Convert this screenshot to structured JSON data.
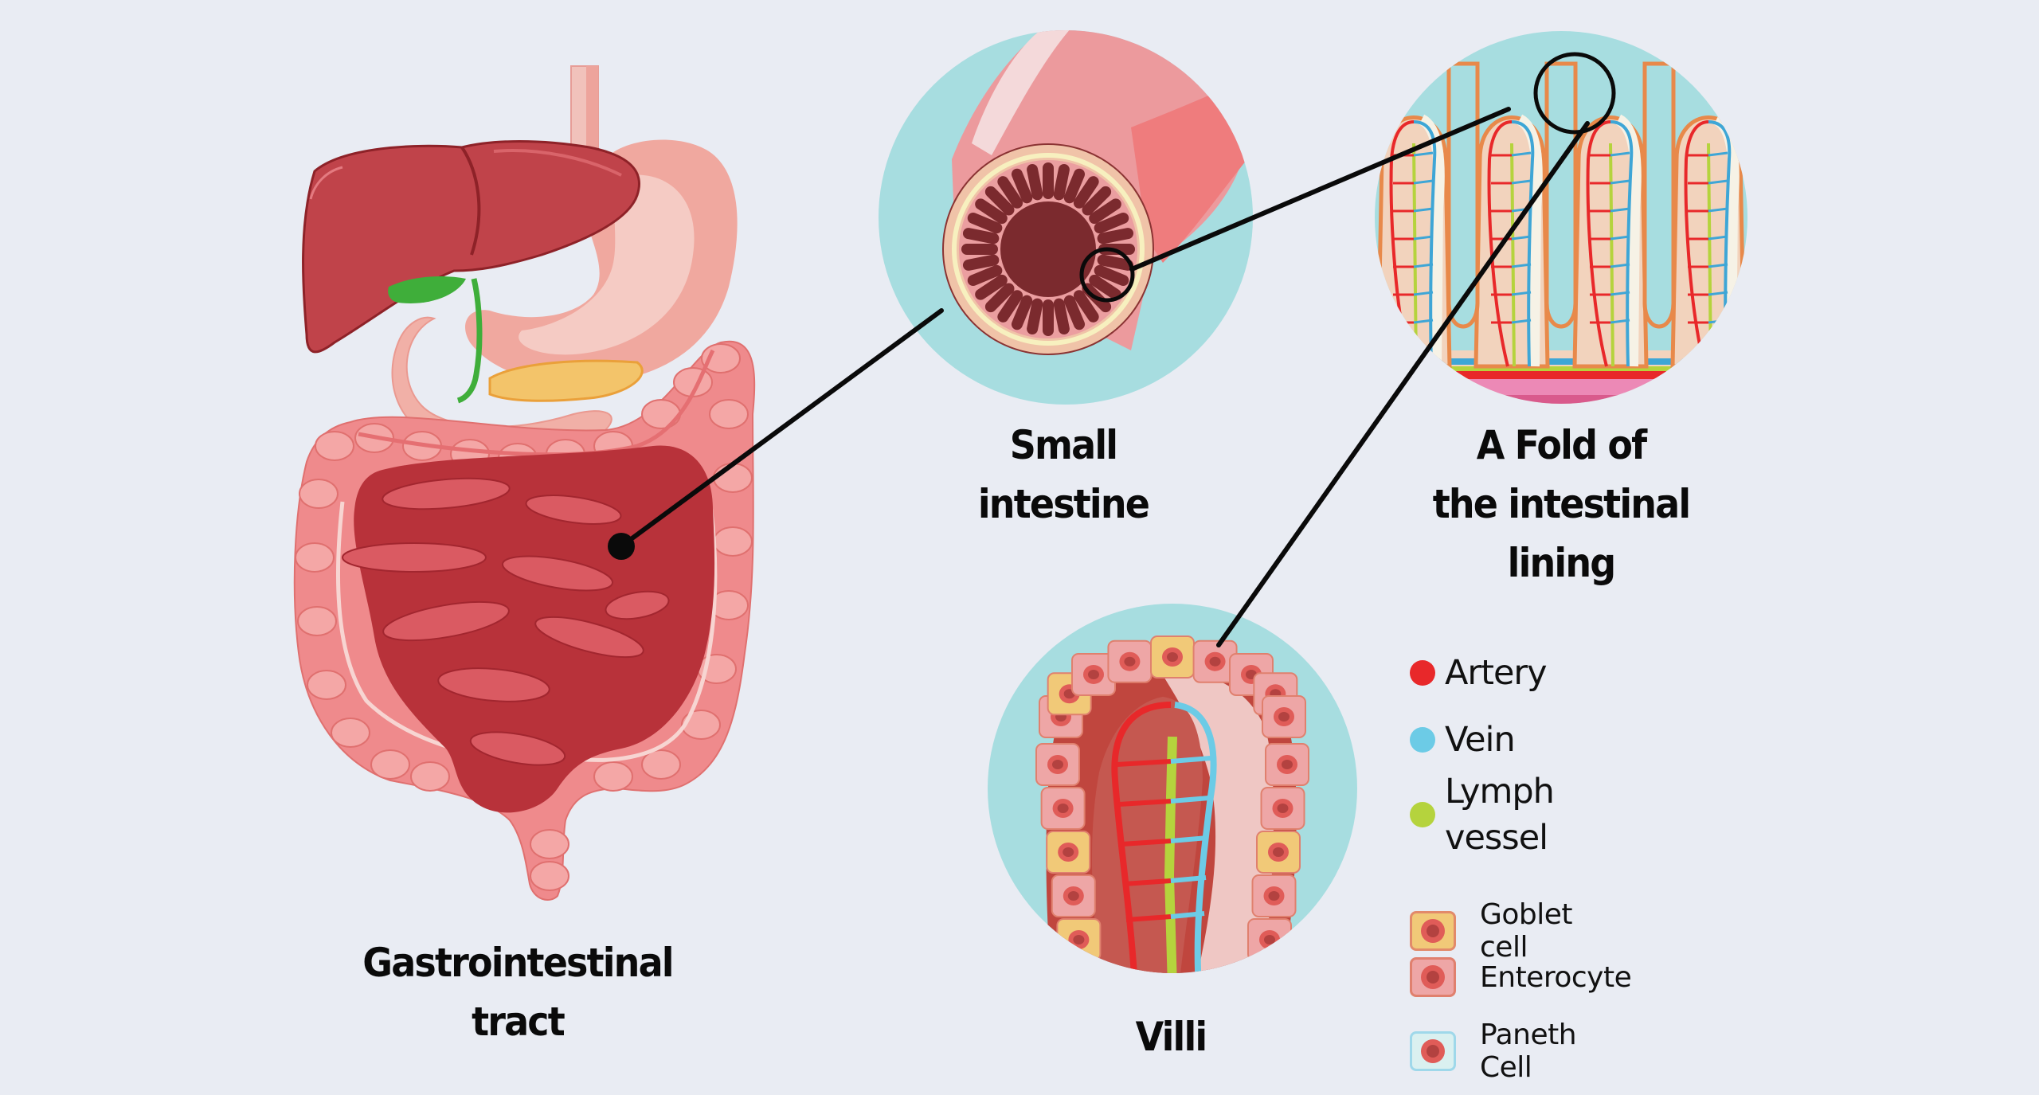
{
  "panels": {
    "gi_tract": {
      "title_lines": [
        "Gastrointestinal",
        "tract"
      ]
    },
    "small_intestine": {
      "title_lines": [
        "Small",
        "intestine"
      ]
    },
    "fold": {
      "title_lines": [
        "A Fold of",
        "the intestinal",
        "lining"
      ]
    },
    "villi": {
      "title_lines": [
        "Villi"
      ]
    }
  },
  "legend": {
    "vessels": [
      {
        "label_lines": [
          "Artery"
        ],
        "color": "#e8282a"
      },
      {
        "label_lines": [
          "Vein"
        ],
        "color": "#6ccbe6"
      },
      {
        "label_lines": [
          "Lymph",
          "vessel"
        ],
        "color": "#b5d33d"
      }
    ],
    "cells": [
      {
        "label": "Goblet cell",
        "fill": "#f1c978",
        "border": "#e28a6a"
      },
      {
        "label": "Enterocyte",
        "fill": "#eea6a6",
        "border": "#e0806e"
      },
      {
        "label": "Paneth Cell",
        "fill": "#daf0f0",
        "border": "#9fd8ea"
      }
    ]
  },
  "colors": {
    "background": "#e9ecf3",
    "circle_bg": "#a7dde0",
    "liver": "#c0434a",
    "small_intestine": "#b8323a",
    "large_intestine": "#ef8a8c",
    "stomach": "#f2b0a6",
    "gallbladder": "#3fae3a",
    "pancreas": "#f3c46a",
    "connector": "#0a0a0a"
  }
}
